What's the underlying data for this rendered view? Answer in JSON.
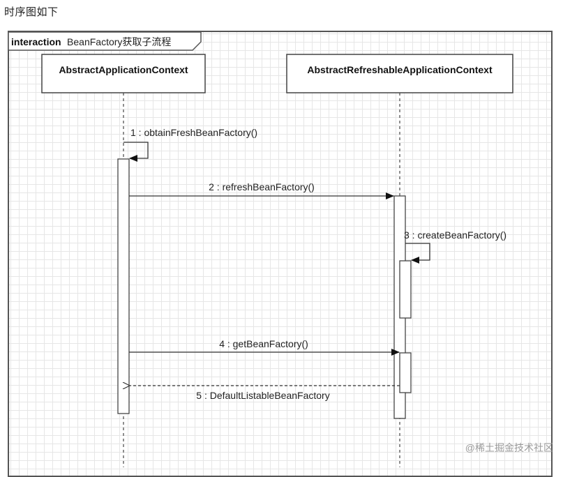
{
  "heading": "时序图如下",
  "frame": {
    "keyword": "interaction",
    "name": "BeanFactory获取子流程"
  },
  "lifelines": [
    {
      "id": "ctx",
      "name": "AbstractApplicationContext"
    },
    {
      "id": "refreshable",
      "name": "AbstractRefreshableApplicationContext"
    }
  ],
  "messages": [
    {
      "id": "m1",
      "label": "1 : obtainFreshBeanFactory()",
      "kind": "self-call",
      "from": "ctx",
      "to": "ctx"
    },
    {
      "id": "m2",
      "label": "2 : refreshBeanFactory()",
      "kind": "sync",
      "from": "ctx",
      "to": "refreshable"
    },
    {
      "id": "m3",
      "label": "3 : createBeanFactory()",
      "kind": "self-call",
      "from": "refreshable",
      "to": "refreshable"
    },
    {
      "id": "m4",
      "label": "4 : getBeanFactory()",
      "kind": "sync",
      "from": "ctx",
      "to": "refreshable"
    },
    {
      "id": "m5",
      "label": "5 : DefaultListableBeanFactory",
      "kind": "return",
      "from": "refreshable",
      "to": "ctx"
    }
  ],
  "watermark": "@稀土掘金技术社区",
  "colors": {
    "line": "#333333",
    "grid": "#e6e6e6",
    "box_fill": "#ffffff",
    "text": "#222222"
  }
}
